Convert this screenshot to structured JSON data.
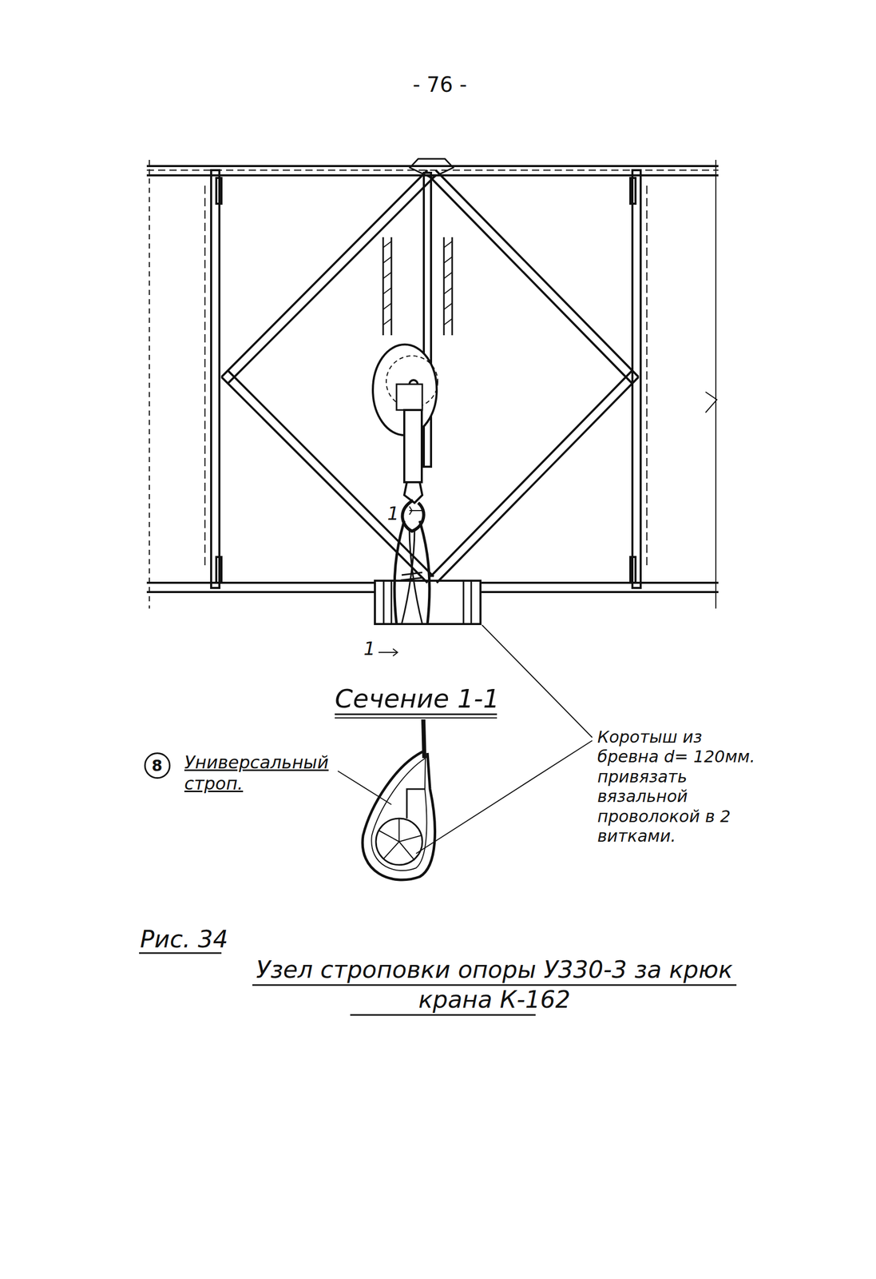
{
  "diagram": {
    "caption": "Узел строповки опоры У330-3 за крюк крана К-162",
    "nodes": [
      {
        "text": [
          "8"
        ]
      }
    ],
    "labels": [
      "- 76 -",
      "1",
      "1",
      "Сечение 1-1",
      "Универсальный строп.",
      "Коротыш из бревна d= 120мм. привязать вязальной проволокой в 2 витками.",
      "Рис. 34"
    ]
  }
}
